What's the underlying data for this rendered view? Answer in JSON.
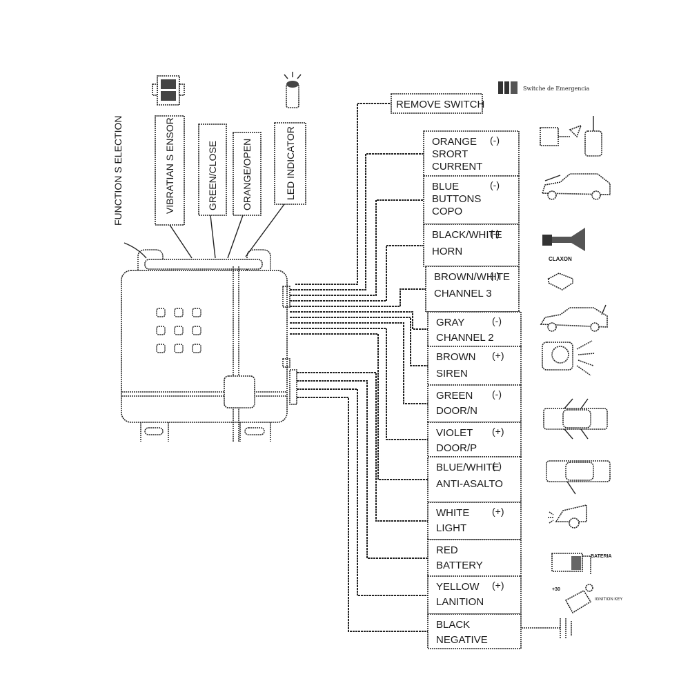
{
  "header": {
    "logo_icon": "emergency-switch-logo-icon",
    "emergency_switch_caption": "Switche de Emergencia",
    "remove_switch_label": "REMOVE SWITCH"
  },
  "left_labels": {
    "function_selection": "FUNCTION S ELECTION",
    "vibration_sensor": "VIBRATIAN S ENSOR",
    "green_close": "GREEN/CLOSE",
    "orange_open": "ORANGE/OPEN",
    "led_indicator": "LED INDICATOR"
  },
  "top_icons": {
    "vibration_sensor_icon": "vibration-sensor-icon",
    "led_icon": "led-bulb-icon"
  },
  "wires": [
    {
      "id": "orange",
      "lines": [
        "ORANGE",
        "SRORT",
        "CURRENT"
      ],
      "polarity": "(-)",
      "icon": "relay-ignition-coil-icon"
    },
    {
      "id": "blue",
      "lines": [
        "BLUE",
        "BUTTONS",
        "COPO"
      ],
      "polarity": "(-)",
      "icon": "car-hood-open-icon"
    },
    {
      "id": "black-white",
      "lines": [
        "BLACK/WHITE",
        "HORN"
      ],
      "polarity": "(-)",
      "icon": "horn-icon",
      "icon_caption": "CLAXON"
    },
    {
      "id": "brown-white",
      "lines": [
        "BROWN/WHITE",
        "CHANNEL 3"
      ],
      "polarity": "(-)",
      "icon": "relay-module-icon"
    },
    {
      "id": "gray",
      "lines": [
        "GRAY",
        "CHANNEL 2"
      ],
      "polarity": "(-)",
      "icon": "car-trunk-open-icon"
    },
    {
      "id": "brown",
      "lines": [
        "BROWN",
        "SIREN"
      ],
      "polarity": "(+)",
      "icon": "siren-icon"
    },
    {
      "id": "green",
      "lines": [
        "GREEN",
        "DOOR/N"
      ],
      "polarity": "(-)",
      "icon": "car-doors-open-icon"
    },
    {
      "id": "violet",
      "lines": [
        "VIOLET",
        "DOOR/P"
      ],
      "polarity": "(+)",
      "icon": "car-door-open-icon"
    },
    {
      "id": "blue-white",
      "lines": [
        "BLUE/WHITE",
        "ANTI-ASALTO"
      ],
      "polarity": "(-)",
      "icon": "car-headlight-icon"
    },
    {
      "id": "white",
      "lines": [
        "WHITE",
        "LIGHT"
      ],
      "polarity": "(+)",
      "icon": "car-light-icon"
    },
    {
      "id": "red",
      "lines": [
        "RED",
        "BATTERY"
      ],
      "polarity": "",
      "icon": "battery-icon",
      "icon_caption": "BATERIA"
    },
    {
      "id": "yellow",
      "lines": [
        "YELLOW",
        "LANITION"
      ],
      "polarity": "(+)",
      "icon": "ignition-key-icon",
      "icon_caption": "IGNITION KEY",
      "icon_note": "+30"
    },
    {
      "id": "black",
      "lines": [
        "BLACK",
        "NEGATIVE"
      ],
      "polarity": "",
      "icon": "ground-icon"
    }
  ]
}
